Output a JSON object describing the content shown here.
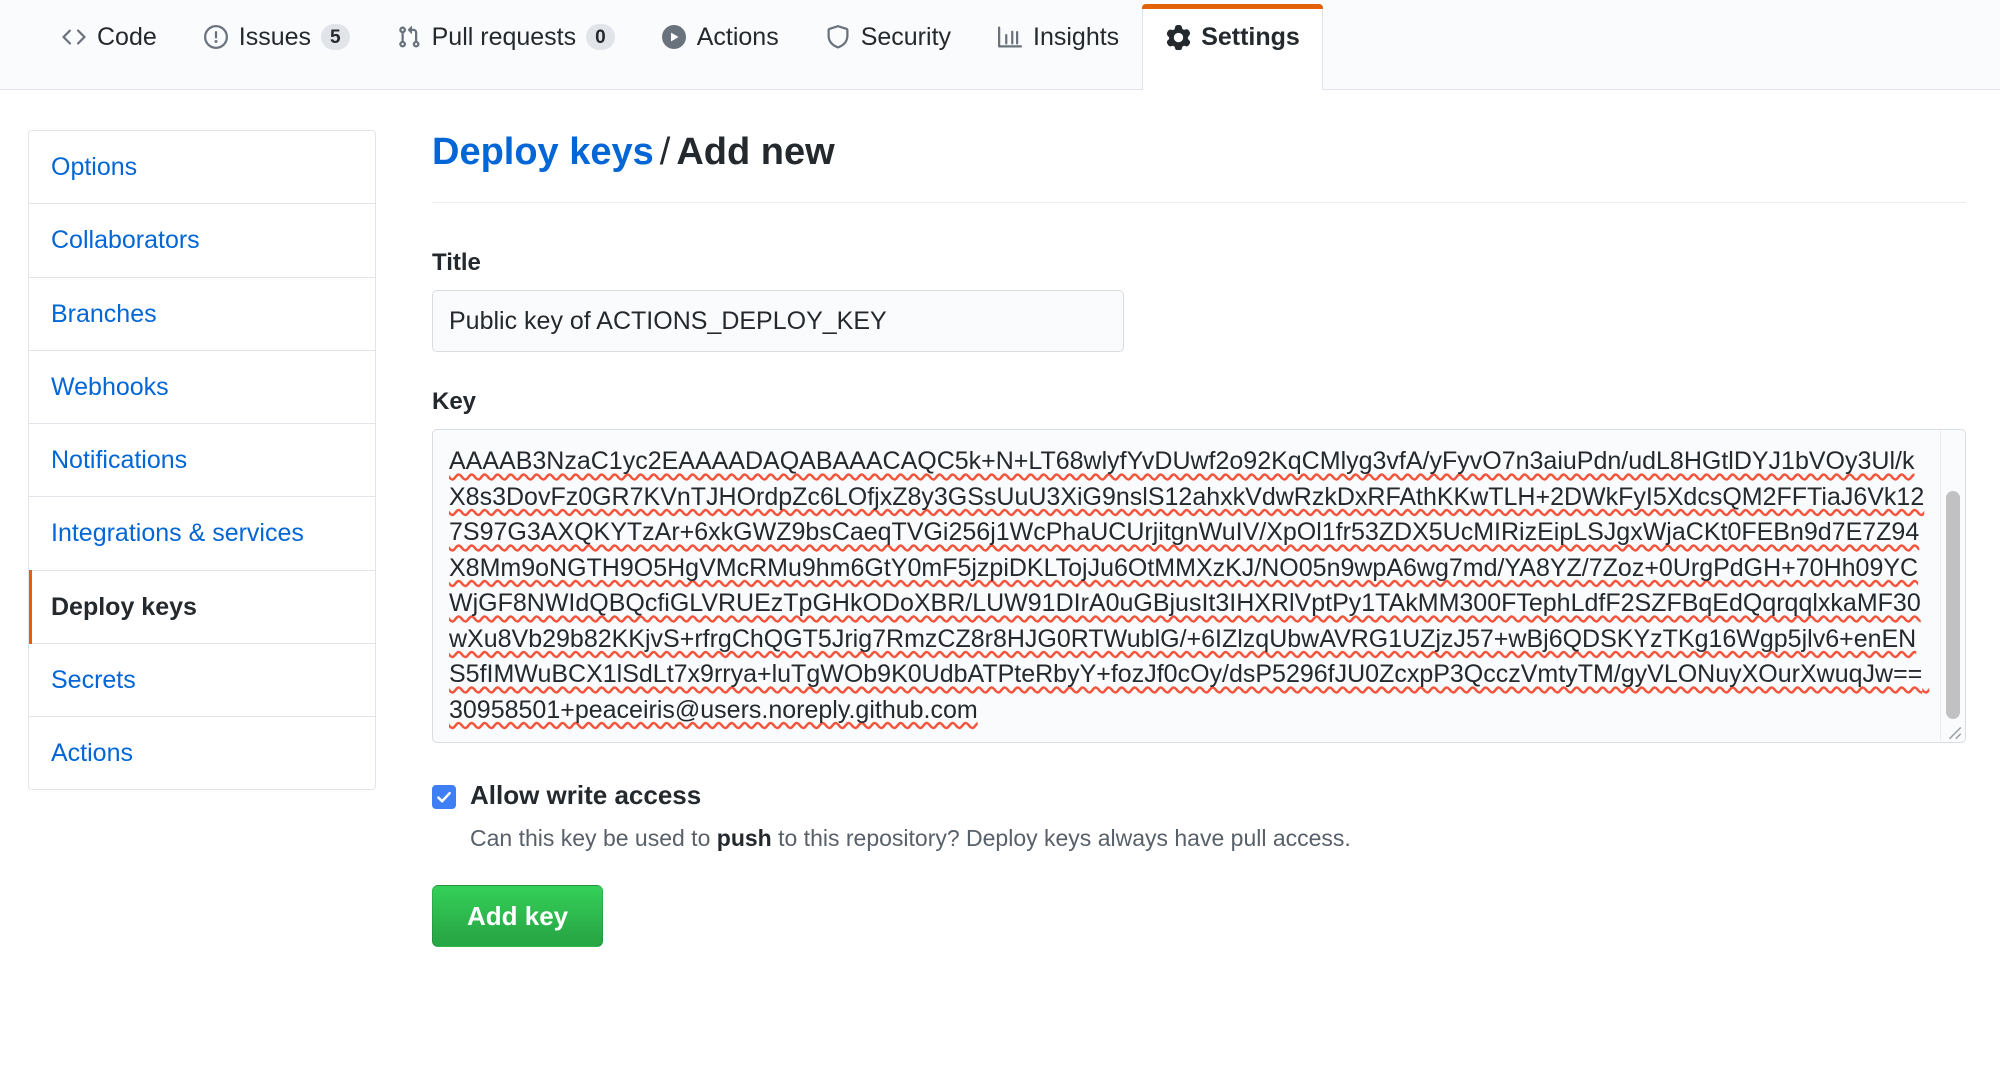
{
  "nav": {
    "tabs": [
      {
        "id": "code",
        "label": "Code",
        "icon": "code-icon",
        "count": null,
        "active": false
      },
      {
        "id": "issues",
        "label": "Issues",
        "icon": "issue-opened-icon",
        "count": "5",
        "active": false
      },
      {
        "id": "pull-requests",
        "label": "Pull requests",
        "icon": "git-pull-request-icon",
        "count": "0",
        "active": false
      },
      {
        "id": "actions",
        "label": "Actions",
        "icon": "play-icon",
        "count": null,
        "active": false
      },
      {
        "id": "security",
        "label": "Security",
        "icon": "shield-icon",
        "count": null,
        "active": false
      },
      {
        "id": "insights",
        "label": "Insights",
        "icon": "graph-icon",
        "count": null,
        "active": false
      },
      {
        "id": "settings",
        "label": "Settings",
        "icon": "gear-icon",
        "count": null,
        "active": true
      }
    ],
    "active_accent": "#e36209"
  },
  "sidebar": {
    "items": [
      {
        "id": "options",
        "label": "Options",
        "selected": false
      },
      {
        "id": "collaborators",
        "label": "Collaborators",
        "selected": false
      },
      {
        "id": "branches",
        "label": "Branches",
        "selected": false
      },
      {
        "id": "webhooks",
        "label": "Webhooks",
        "selected": false
      },
      {
        "id": "notifications",
        "label": "Notifications",
        "selected": false
      },
      {
        "id": "integrations",
        "label": "Integrations & services",
        "selected": false
      },
      {
        "id": "deploy-keys",
        "label": "Deploy keys",
        "selected": true
      },
      {
        "id": "secrets",
        "label": "Secrets",
        "selected": false
      },
      {
        "id": "actions",
        "label": "Actions",
        "selected": false
      }
    ],
    "selected_accent": "#e36209",
    "link_color": "#0366d6"
  },
  "main": {
    "heading": {
      "link_text": "Deploy keys",
      "separator": "/",
      "current": "Add new"
    },
    "title_field": {
      "label": "Title",
      "value": "Public key of ACTIONS_DEPLOY_KEY",
      "placeholder": ""
    },
    "key_field": {
      "label": "Key",
      "placeholder": "",
      "value": "AAAAB3NzaC1yc2EAAAADAQABAAACAQC5k+N+LT68wlyfYvDUwf2o92KqCMlyg3vfA/yFyvO7n3aiuPdn/udL8HGtlDYJ1bVOy3Ul/kX8s3DovFz0GR7KVnTJHOrdpZc6LOfjxZ8y3GSsUuU3XiG9nslS12ahxkVdwRzkDxRFAthKKwTLH+2DWkFyI5XdcsQM2FFTiaJ6Vk127S97G3AXQKYTzAr+6xkGWZ9bsCaeqTVGi256j1WcPhaUCUrjitgnWuIV/XpOl1fr53ZDX5UcMIRizEipLSJgxWjaCKt0FEBn9d7E7Z94X8Mm9oNGTH9O5HgVMcRMu9hm6GtY0mF5jzpiDKLTojJu6OtMMXzKJ/NO05n9wpA6wg7md/YA8YZ/7Zoz+0UrgPdGH+70Hh09YCWjGF8NWIdQBQcfiGLVRUEzTpGHkODoXBR/LUW91DIrA0uGBjusIt3IHXRlVptPy1TAkMM300FTephLdfF2SZFBqEdQqrqqlxkaMF30wXu8Vb29b82KKjvS+rfrgChQGT5Jrig7RmzCZ8r8HJG0RTWublG/+6IZlzqUbwAVRG1UZjzJ57+wBj6QDSKYzTKg16Wgp5jlv6+enENS5fIMWuBCX1lSdLt7x9rrya+luTgWOb9K0UdbATPteRbyY+fozJf0cOy/dsP5296fJU0ZcxpP3QcczVmtyTM/gyVLONuyXOurXwuqJw== 30958501+peaceiris@users.noreply.github.com"
    },
    "allow_write": {
      "label": "Allow write access",
      "checked": true,
      "note_prefix": "Can this key be used to ",
      "note_bold": "push",
      "note_suffix": " to this repository? Deploy keys always have pull access."
    },
    "submit_button": {
      "label": "Add key",
      "color": "#28a745"
    }
  }
}
